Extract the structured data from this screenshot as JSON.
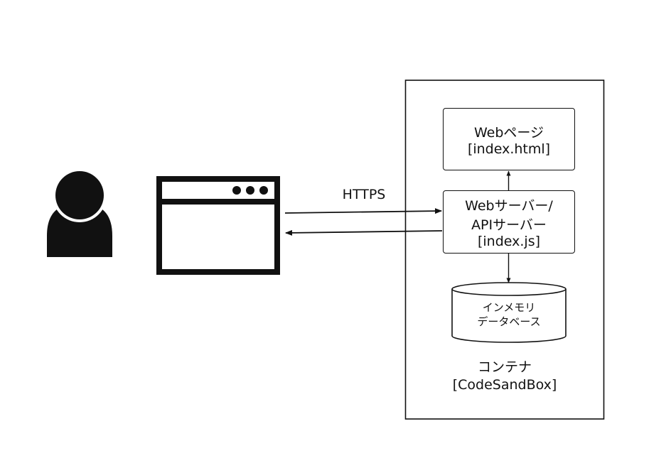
{
  "https_label": "HTTPS",
  "webpage": {
    "title": "Webページ",
    "file": "[index.html]"
  },
  "server": {
    "line1": "Webサーバー/",
    "line2": "APIサーバー",
    "file": "[index.js]"
  },
  "database": {
    "line1": "インメモリ",
    "line2": "データベース"
  },
  "container": {
    "title": "コンテナ",
    "subtitle": "[CodeSandBox]"
  },
  "icons": {
    "user": "user-icon",
    "browser": "browser-window-icon"
  },
  "colors": {
    "stroke": "#111111",
    "background": "#ffffff"
  }
}
